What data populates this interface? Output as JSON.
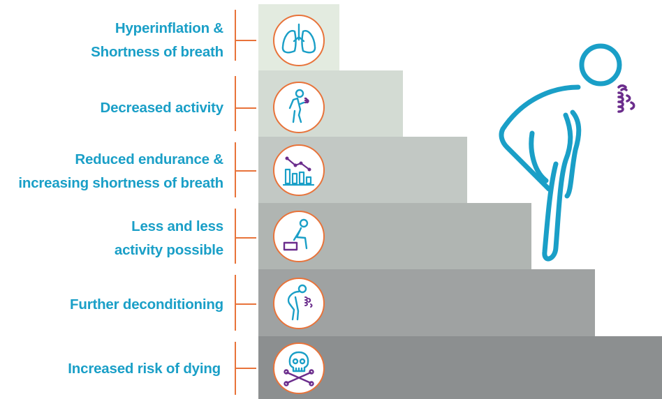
{
  "colors": {
    "label": "#1a9fc7",
    "accent_line": "#e8733a",
    "icon_primary": "#1a9fc7",
    "icon_secondary": "#6b2d8c",
    "steps": [
      "#e3ebe0",
      "#d3dbd3",
      "#c2c8c4",
      "#b0b5b2",
      "#9fa2a2",
      "#8c8f90"
    ]
  },
  "steps": [
    {
      "lines": [
        "Hyperinflation &",
        "Shortness of breath"
      ],
      "icon": "lungs-icon"
    },
    {
      "lines": [
        "Decreased activity"
      ],
      "icon": "person-coughing-icon"
    },
    {
      "lines": [
        "Reduced endurance &",
        "increasing shortness of breath"
      ],
      "icon": "declining-chart-icon"
    },
    {
      "lines": [
        "Less and less",
        "activity possible"
      ],
      "icon": "seated-person-icon"
    },
    {
      "lines": [
        "Further deconditioning"
      ],
      "icon": "bent-person-breathless-icon"
    },
    {
      "lines": [
        "Increased risk of dying"
      ],
      "icon": "skull-crossbones-icon"
    }
  ],
  "figure": {
    "icon": "breathless-person-icon"
  }
}
